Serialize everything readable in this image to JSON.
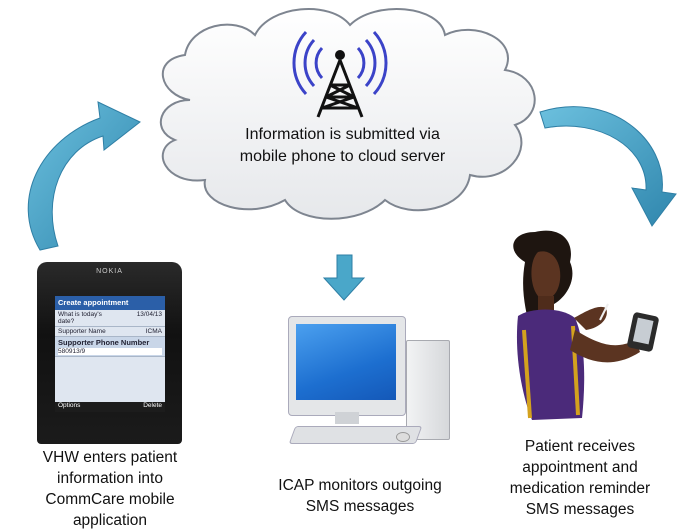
{
  "cloud": {
    "line1": "Information is submitted via",
    "line2": "mobile phone to cloud server"
  },
  "phone": {
    "brand": "NOKIA",
    "screen_title": "Create appointment",
    "field1_label": "What is today's date?",
    "field1_value": "13/04/13",
    "field2_label": "Supporter Name",
    "field2_value": "ICMA",
    "field3_label": "Supporter Phone Number",
    "field3_value": "580913/9",
    "softkey_left": "Options",
    "softkey_right": "Delete"
  },
  "captions": {
    "left": [
      "VHW enters patient",
      "information into",
      "CommCare mobile",
      "application"
    ],
    "center": [
      "ICAP monitors outgoing",
      "SMS messages"
    ],
    "right": [
      "Patient receives",
      "appointment and",
      "medication reminder",
      "SMS messages"
    ]
  },
  "colors": {
    "arrow": "#4aa7c9",
    "arrow_dark": "#2f7fa5",
    "cloud_fill": "#f3f4f6",
    "cloud_stroke": "#7e8590",
    "antenna_waves": "#3b43c8"
  },
  "icons": [
    "antenna-icon",
    "cloud-icon",
    "curved-arrow-icon",
    "down-arrow-icon",
    "phone-icon",
    "computer-icon",
    "patient-icon"
  ]
}
